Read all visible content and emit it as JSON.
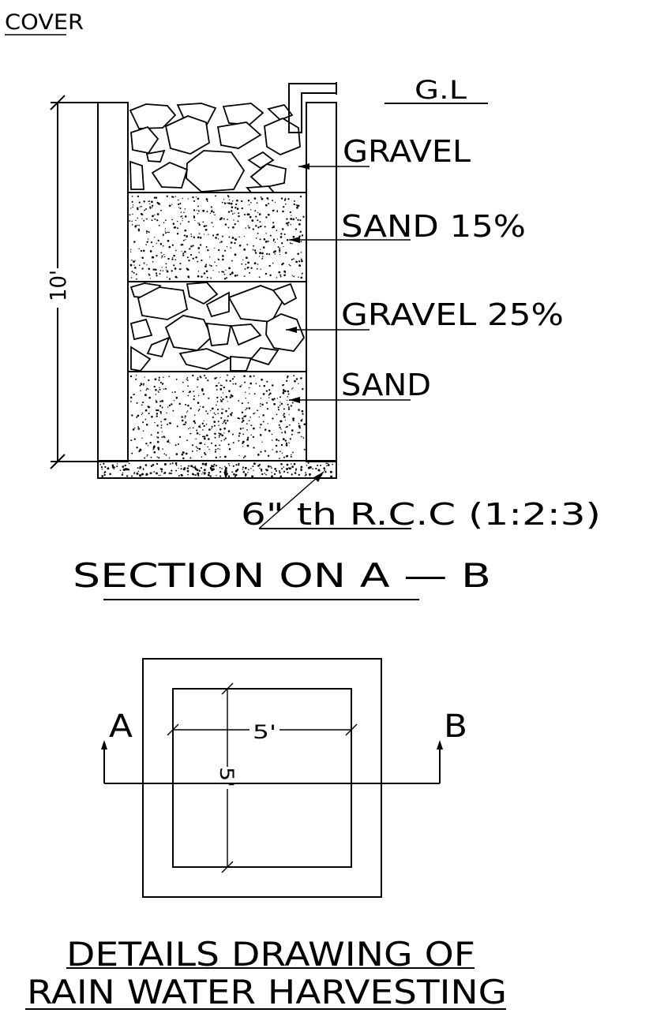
{
  "labels": {
    "cover": "COVER",
    "ground_level": "G.L",
    "gravel": "GRAVEL",
    "sand_15": "SAND  15%",
    "gravel_25": "GRAVEL  25%",
    "sand": "SAND",
    "depth_dim": "10'",
    "rcc": "6\"  th  R.C.C  (1:2:3)",
    "section_title": "SECTION  ON    A  —  B",
    "plan_width_dim": "5'",
    "plan_height_dim": "5'",
    "point_a": "A",
    "point_b": "B",
    "title_line1": "DETAILS  DRAWING  OF",
    "title_line2": "RAIN  WATER  HARVESTING"
  },
  "colors": {
    "ink": "#000000",
    "paper": "#ffffff"
  }
}
